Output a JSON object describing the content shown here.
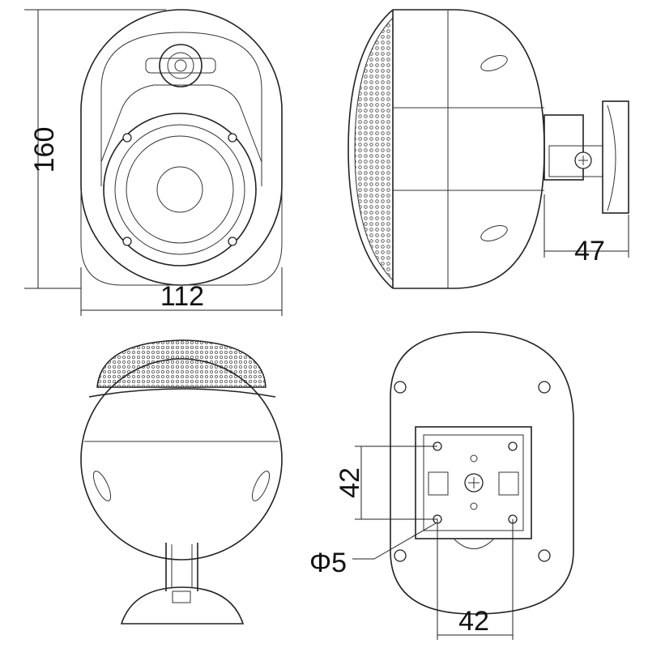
{
  "dimensions": {
    "height": "160",
    "width": "112",
    "depth": "47",
    "mount_vertical": "42",
    "mount_horizontal": "42",
    "hole_diameter": "Φ5"
  },
  "views": [
    "front-view",
    "side-view",
    "top-view",
    "back-view"
  ],
  "colors": {
    "line": "#222222",
    "background": "#ffffff",
    "grille": "#555555"
  }
}
